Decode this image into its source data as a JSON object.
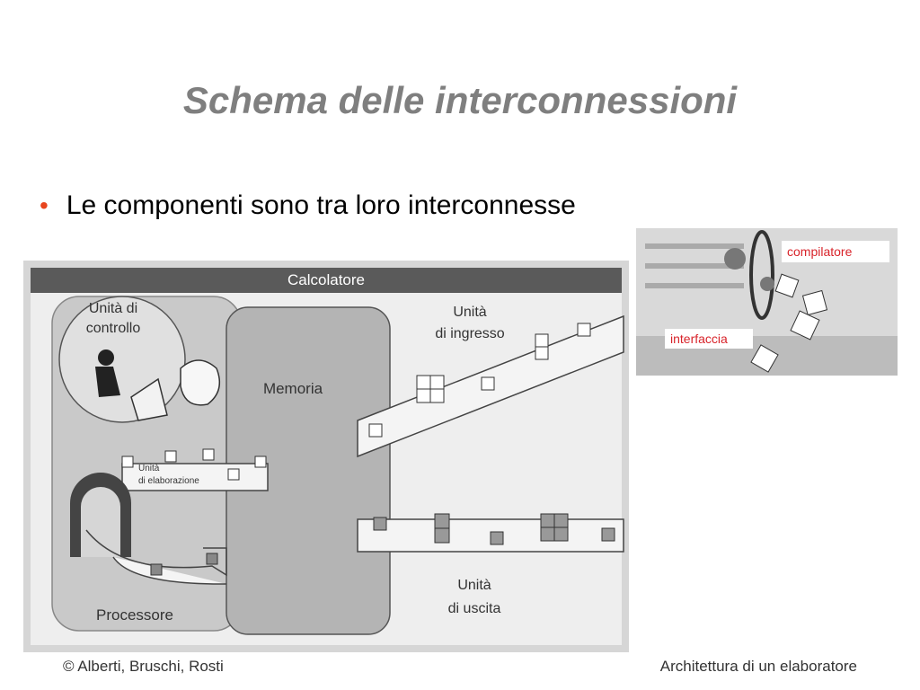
{
  "slide": {
    "title": "Schema delle interconnessioni",
    "bullets": [
      "Le componenti sono tra loro interconnesse"
    ]
  },
  "figure": {
    "header": "Calcolatore",
    "control_unit": [
      "Unità di",
      "controllo"
    ],
    "memory": "Memoria",
    "input_unit": [
      "Unità",
      "di ingresso"
    ],
    "processing_unit": [
      "Unità",
      "di elaborazione"
    ],
    "output_unit": [
      "Unità",
      "di uscita"
    ],
    "processor": "Processore"
  },
  "inset": {
    "label_compiler": "compilatore",
    "label_interface": "interfaccia"
  },
  "footer": {
    "left": "© Alberti, Bruschi, Rosti",
    "right": "Architettura di un elaboratore"
  },
  "colors": {
    "title": "#7f7f7f",
    "bullet": "#e8451e",
    "inset_label": "#d8232a"
  }
}
